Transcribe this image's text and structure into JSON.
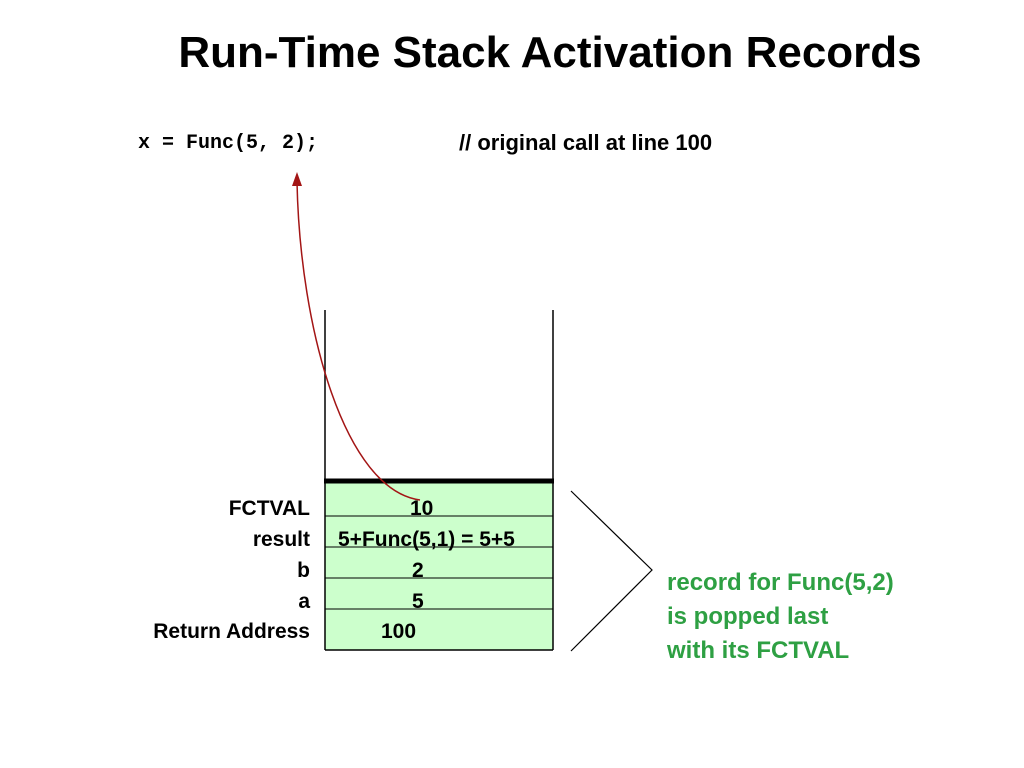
{
  "title": "Run-Time Stack Activation Records",
  "call": {
    "code": "x = Func(5, 2);",
    "comment": "// original call at line 100"
  },
  "record": {
    "fill_color": "#ccffcc",
    "rows": [
      {
        "label": "FCTVAL",
        "value": "10"
      },
      {
        "label": "result",
        "value": "5+Func(5,1) = 5+5"
      },
      {
        "label": "b",
        "value": "2"
      },
      {
        "label": "a",
        "value": "5"
      },
      {
        "label": "Return Address",
        "value": "100"
      }
    ]
  },
  "annotation": {
    "color": "#2ea043",
    "lines": [
      "record for Func(5,2)",
      "is popped last",
      "with its FCTVAL"
    ]
  },
  "arrow_color": "#a31515"
}
